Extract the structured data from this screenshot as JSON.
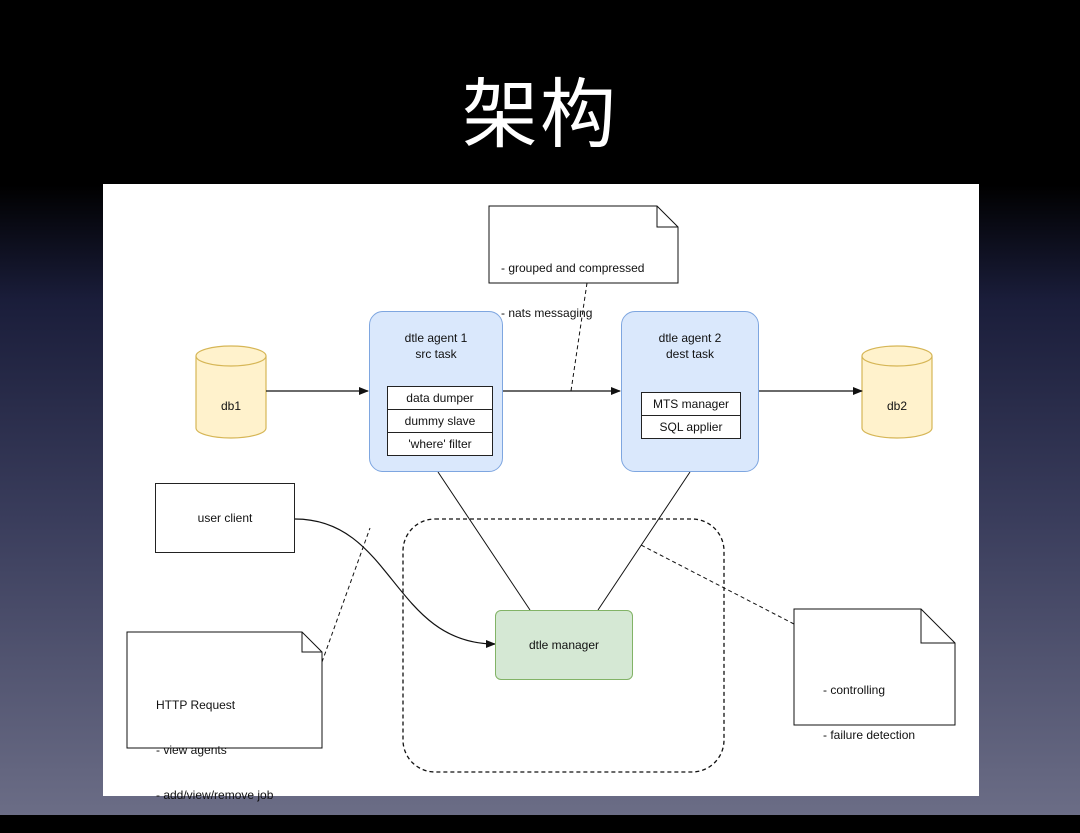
{
  "slide": {
    "title": "架构"
  },
  "diagram": {
    "db1": "db1",
    "db2": "db2",
    "agent1": {
      "title_line1": "dtle agent 1",
      "title_line2": "src task",
      "items": [
        "data dumper",
        "dummy slave",
        "'where' filter"
      ]
    },
    "agent2": {
      "title_line1": "dtle agent 2",
      "title_line2": "dest task",
      "items": [
        "MTS manager",
        "SQL applier"
      ]
    },
    "manager": "dtle manager",
    "user_client": "user client",
    "note_transport": {
      "line1": "- grouped and compressed",
      "line2": "- nats messaging"
    },
    "note_http": {
      "line1": "HTTP Request",
      "line2": "- view agents",
      "line3": "- add/view/remove job"
    },
    "note_manager": {
      "line1": "- controlling",
      "line2": "- failure detection"
    },
    "colors": {
      "db_fill": "#fff2cc",
      "db_stroke": "#d6b656",
      "agent_fill": "#dae8fc",
      "agent_stroke": "#7ea6e0",
      "manager_fill": "#d5e8d4",
      "manager_stroke": "#82b366"
    }
  }
}
